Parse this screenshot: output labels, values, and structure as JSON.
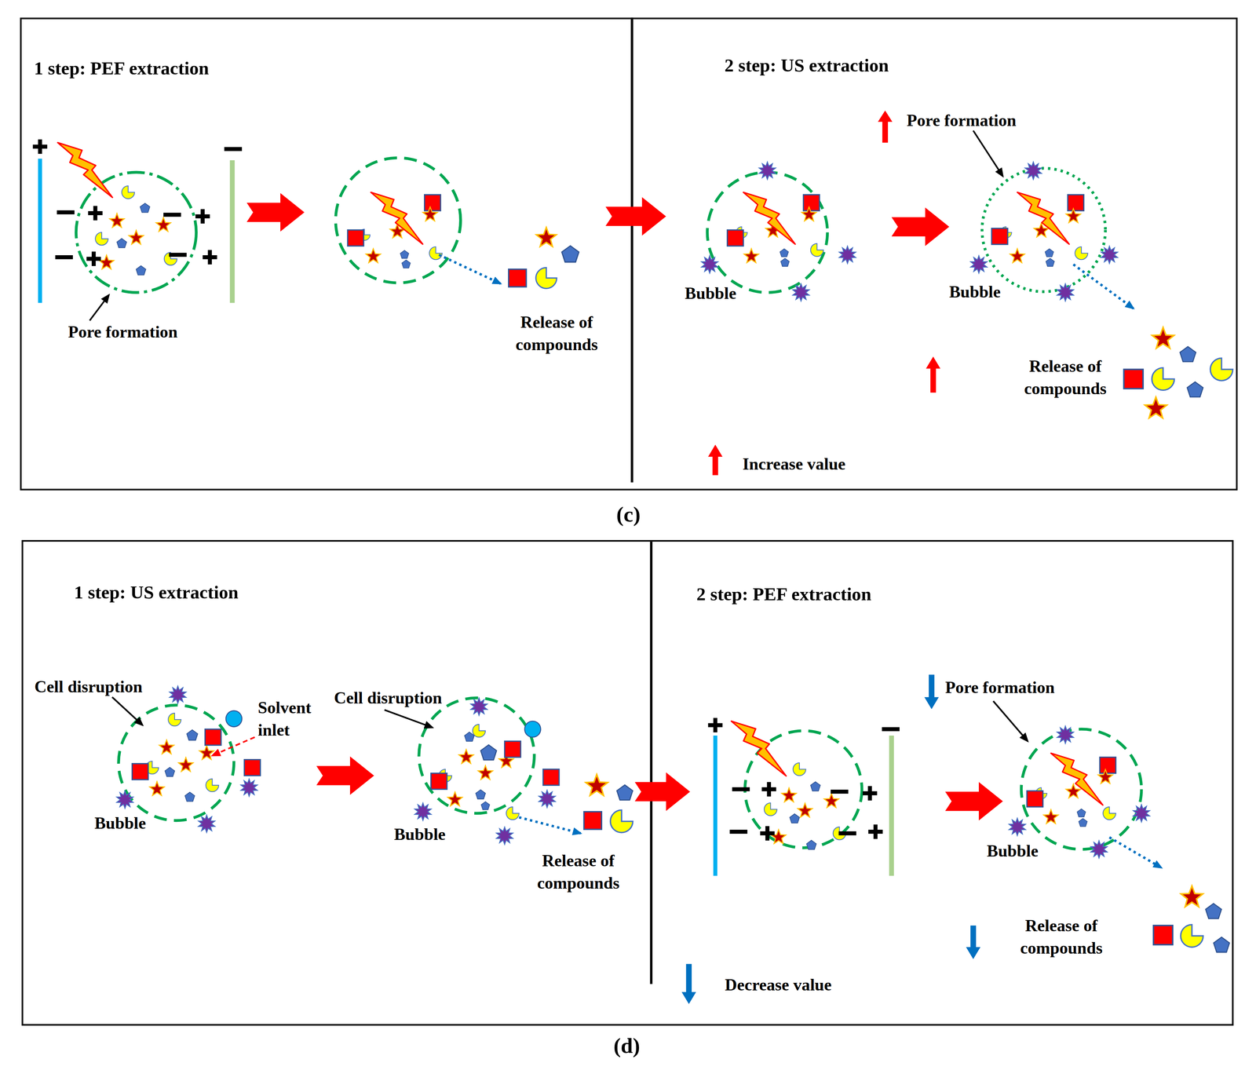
{
  "diagram": {
    "nodes": [
      {
        "text": [
          "(c)"
        ]
      },
      {
        "text": [
          "1 step: PEF extraction"
        ],
        "in": 0
      },
      {
        "text": [
          "2 step: US extraction"
        ],
        "in": 0
      },
      {
        "text": [
          "(d)"
        ]
      },
      {
        "text": [
          "1 step: US extraction"
        ],
        "in": 3
      },
      {
        "text": [
          "2 step: PEF extraction"
        ],
        "in": 3
      }
    ],
    "edges": [
      {
        "from": 1,
        "to": 2,
        "arrow": "to"
      },
      {
        "from": 4,
        "to": 5,
        "arrow": "to"
      }
    ],
    "labels": [
      "Pore formation",
      "Release of compounds",
      "Pore formation",
      "Bubble",
      "Bubble",
      "Release of compounds",
      "Cell disruption",
      "Solvent inlet",
      "Bubble",
      "Cell disruption",
      "Bubble",
      "Release of compounds",
      "Pore formation",
      "Bubble",
      "Release of compounds"
    ],
    "legend": [
      {
        "text": "Increase value"
      },
      {
        "text": "Decrease value"
      }
    ]
  }
}
